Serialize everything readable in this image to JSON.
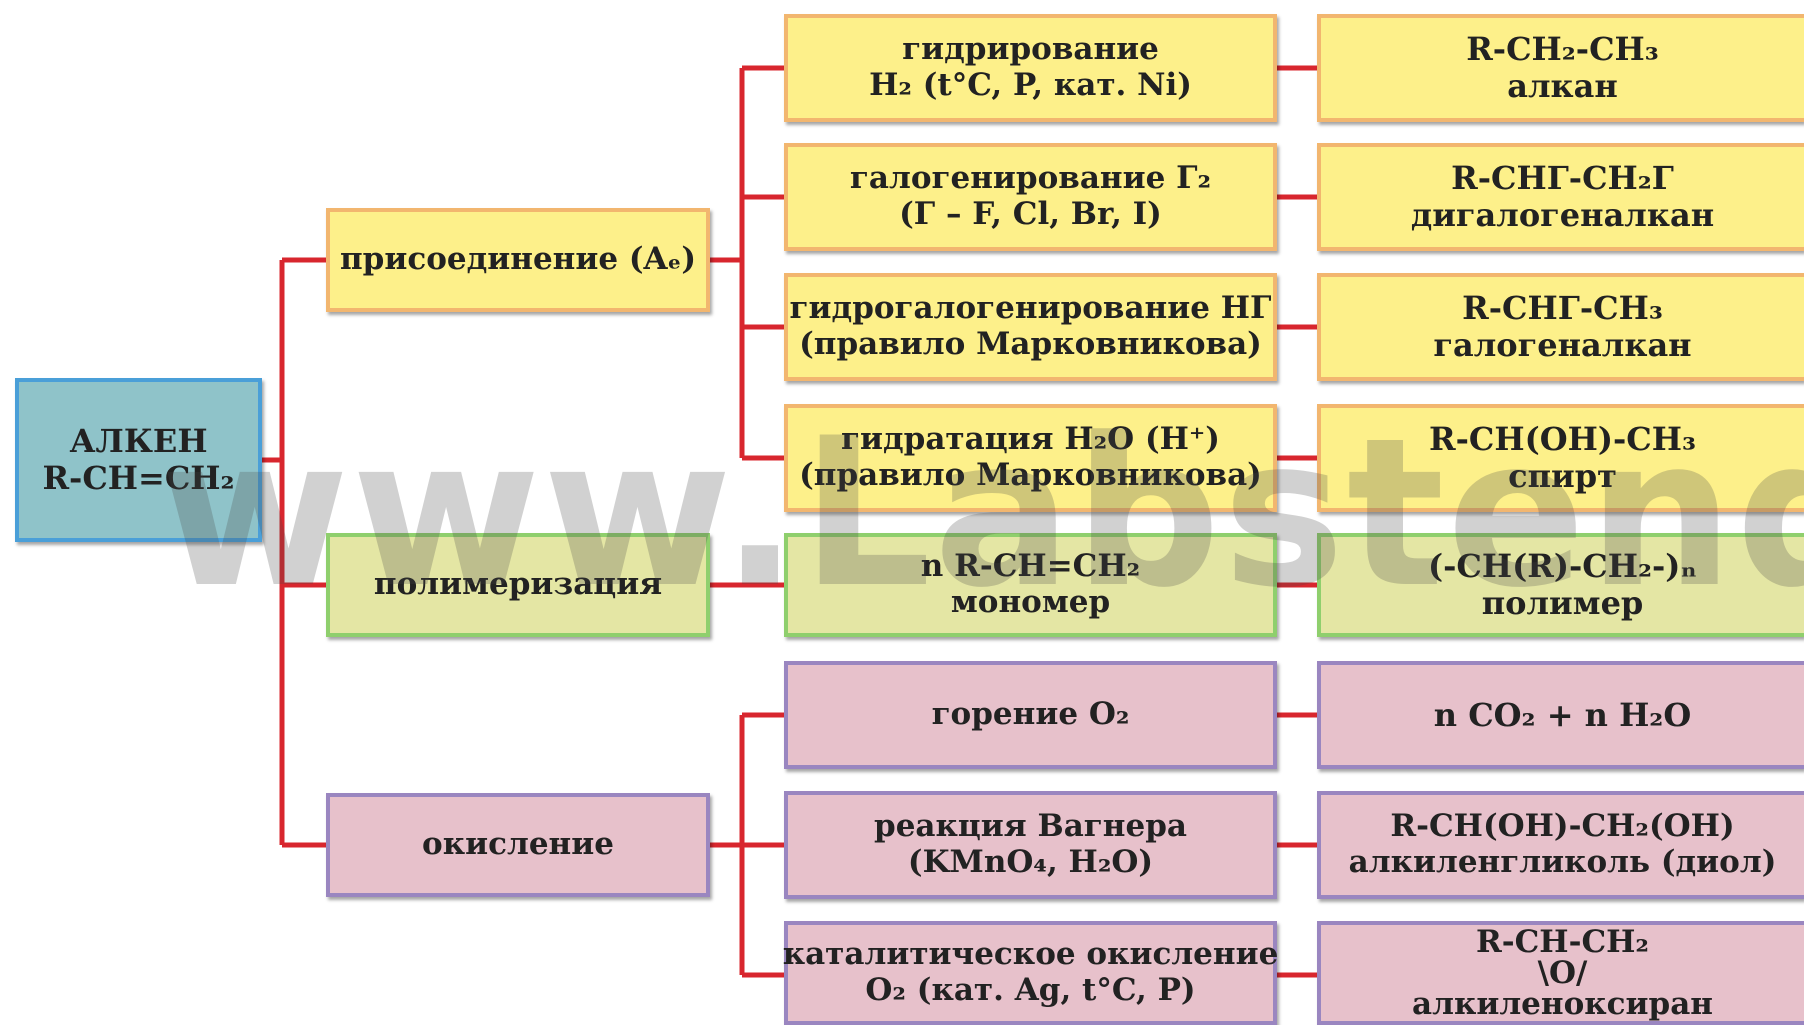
{
  "root": {
    "line1": "АЛКЕН",
    "line2": "R-CH=CH₂"
  },
  "categories": {
    "addition": "присоединение (Aₑ)",
    "polymerization": "полимеризация",
    "oxidation": "окисление"
  },
  "reactions": {
    "hydrogenation": {
      "line1": "гидрирование",
      "line2": "H₂ (t°C, P, кат. Ni)"
    },
    "halogenation": {
      "line1": "галогенирование Г₂",
      "line2": "(Г – F, Cl, Br, I)"
    },
    "hydrohalogenation": {
      "line1": "гидрогалогенирование НГ",
      "line2": "(правило Марковникова)"
    },
    "hydration": {
      "line1": "гидратация H₂O (H⁺)",
      "line2": "(правило Марковникова)"
    },
    "polymer_monomer": {
      "line1": "n R-CH=CH₂",
      "line2": "мономер"
    },
    "combustion": {
      "line1": "горение O₂"
    },
    "wagner": {
      "line1": "реакция Вагнера",
      "line2": "(KMnO₄, H₂O)"
    },
    "catalytic": {
      "line1": "каталитическое окисление",
      "line2": "O₂ (кат. Ag, t°C, P)"
    }
  },
  "products": {
    "alkane": {
      "line1": "R-CH₂-CH₃",
      "line2": "алкан"
    },
    "dihaloalkane": {
      "line1": "R-CHГ-CH₂Г",
      "line2": "дигалогеналкан"
    },
    "haloalkane": {
      "line1": "R-CHГ-CH₃",
      "line2": "галогеналкан"
    },
    "alcohol": {
      "line1": "R-CH(OH)-CH₃",
      "line2": "спирт"
    },
    "polymer": {
      "line1": "(-CH(R)-CH₂-)ₙ",
      "line2": "полимер"
    },
    "combustion_products": {
      "line1": "n CO₂ + n H₂O"
    },
    "diol": {
      "line1": "R-CH(OH)-CH₂(OH)",
      "line2": "алкиленгликоль (диол)"
    },
    "epoxide": {
      "line1": "R-CH-CH₂",
      "line2": "\\O/",
      "line3": "алкиленоксиран"
    }
  },
  "watermark": "www.Labstend.ru",
  "colors": {
    "connector": "#d8262e",
    "addition_fill": "#fdf08a",
    "addition_border": "#f2b66f",
    "polymer_fill": "#e4e6a4",
    "polymer_border": "#8fcf6d",
    "oxidation_fill": "#e7c1cb",
    "oxidation_border": "#9a86c0",
    "root_fill": "#8fc3c9",
    "root_border": "#4a9fd8"
  }
}
